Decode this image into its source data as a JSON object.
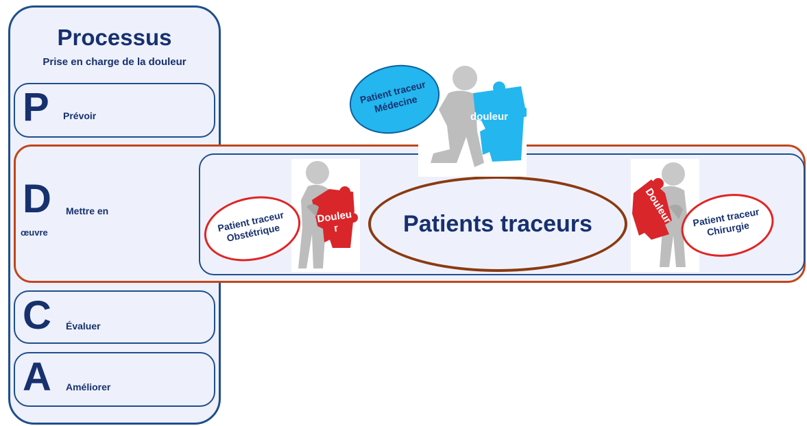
{
  "process": {
    "title": "Processus",
    "subtitle": "Prise en charge de la douleur",
    "steps": [
      {
        "letter": "P",
        "label": "Prévoir"
      },
      {
        "letter": "D",
        "label_line1": "Mettre en",
        "label_line2": "œuvre"
      },
      {
        "letter": "C",
        "label": "Évaluer"
      },
      {
        "letter": "A",
        "label": "Améliorer"
      }
    ]
  },
  "center": {
    "title": "Patients traceurs"
  },
  "tracers": {
    "medecine": {
      "line1": "Patient traceur",
      "line2": "Médecine",
      "puzzle": "douleur"
    },
    "obstetrique": {
      "line1": "Patient traceur",
      "line2": "Obstétrique",
      "puzzle_line1": "Douleu",
      "puzzle_line2": "r"
    },
    "chirurgie": {
      "line1": "Patient traceur",
      "line2": "Chirurgie",
      "puzzle": "Douleur"
    }
  },
  "colors": {
    "navy": "#17306e",
    "frame_blue": "#1f4e8c",
    "orange_frame": "#c0461d",
    "red_oval": "#e02424",
    "brown_oval": "#8b3a12",
    "puzzle_red": "#d9262b",
    "puzzle_blue": "#24b6ee",
    "panel_fill": "#eef1fb"
  }
}
